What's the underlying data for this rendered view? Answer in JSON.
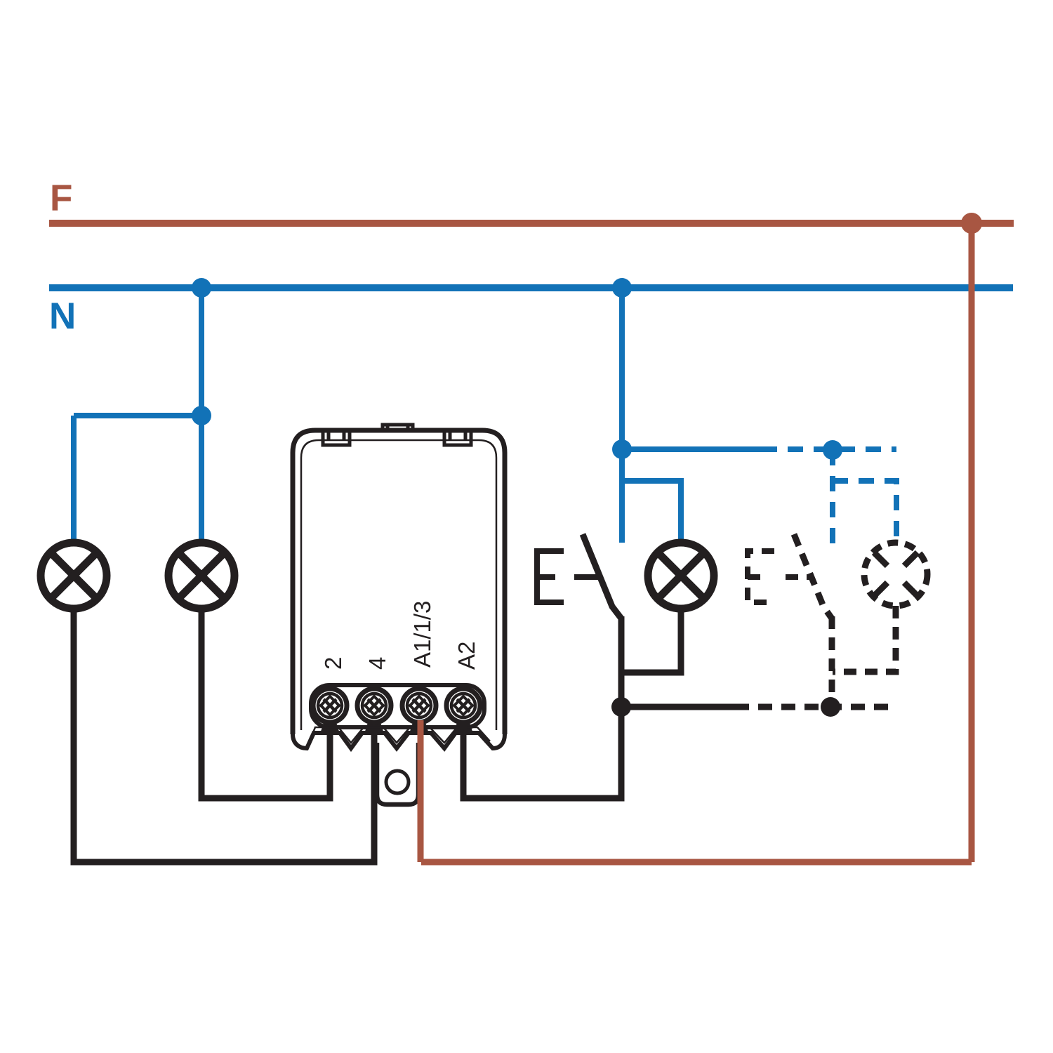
{
  "diagram": {
    "colors": {
      "phase": "#A85642",
      "neutral": "#1272B7",
      "wire": "#231F20",
      "background": "#FFFFFF"
    },
    "rails": {
      "phase_label": "F",
      "neutral_label": "N"
    },
    "module": {
      "terminals": [
        {
          "label": "2"
        },
        {
          "label": "4"
        },
        {
          "label": "A1/1/3"
        },
        {
          "label": "A2"
        }
      ]
    }
  }
}
